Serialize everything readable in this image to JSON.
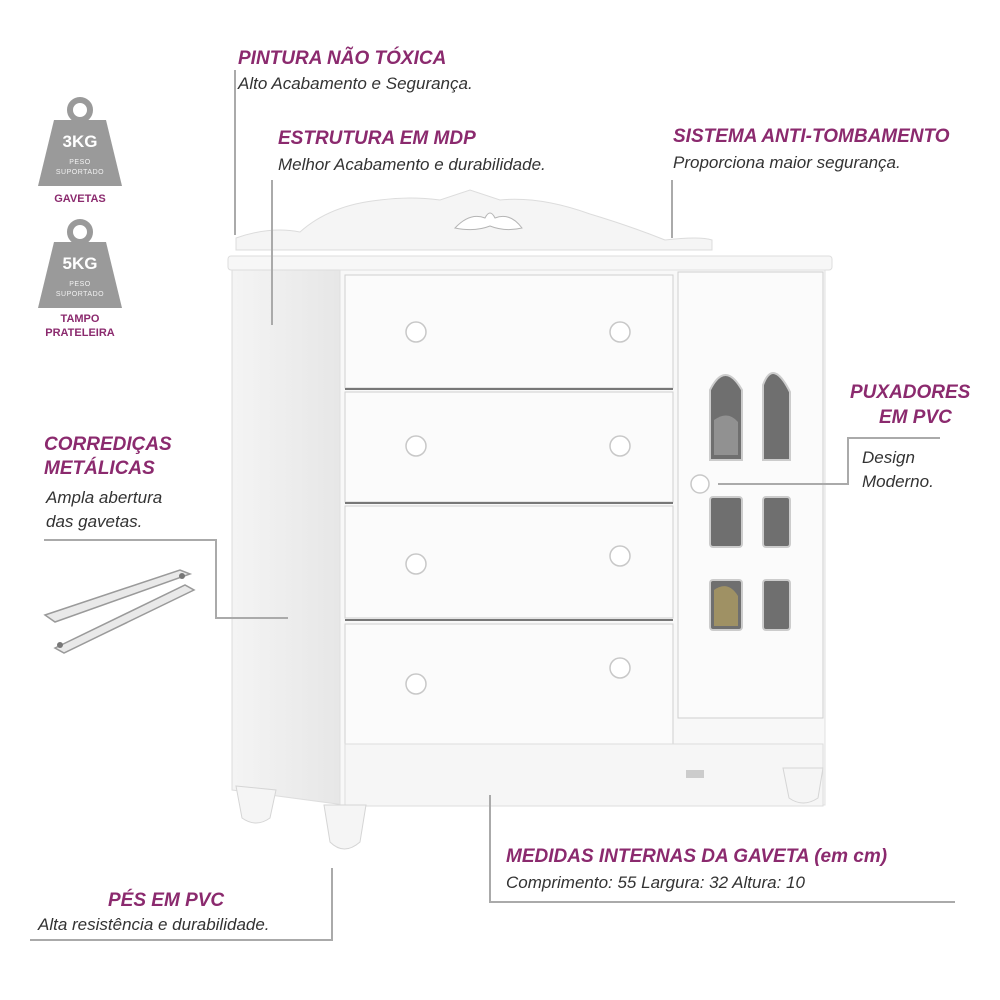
{
  "weights": [
    {
      "kg": "3KG",
      "small1": "PESO",
      "small2": "SUPORTADO",
      "label1": "GAVETAS",
      "label2": ""
    },
    {
      "kg": "5KG",
      "small1": "PESO",
      "small2": "SUPORTADO",
      "label1": "TAMPO",
      "label2": "PRATELEIRA"
    }
  ],
  "features": {
    "paint": {
      "title": "PINTURA NÃO TÓXICA",
      "text": "Alto Acabamento e Segurança."
    },
    "structure": {
      "title": "ESTRUTURA EM MDP",
      "text": "Melhor Acabamento e durabilidade."
    },
    "anti_tip": {
      "title": "SISTEMA ANTI-TOMBAMENTO",
      "text": "Proporciona maior segurança."
    },
    "handles": {
      "title1": "PUXADORES",
      "title2": "EM PVC",
      "text1": "Design",
      "text2": "Moderno."
    },
    "slides": {
      "title1": "CORREDIÇAS",
      "title2": "METÁLICAS",
      "text1": "Ampla abertura",
      "text2": "das gavetas."
    },
    "measures": {
      "title": "MEDIDAS INTERNAS DA GAVETA (em cm)",
      "text": "Comprimento: 55 Largura: 32 Altura: 10"
    },
    "feet": {
      "title": "PÉS EM PVC",
      "text": "Alta resistência e durabilidade."
    }
  },
  "colors": {
    "accent": "#8b2a6e",
    "weight_gray": "#9a9a9a",
    "leader": "#aaaaaa"
  }
}
